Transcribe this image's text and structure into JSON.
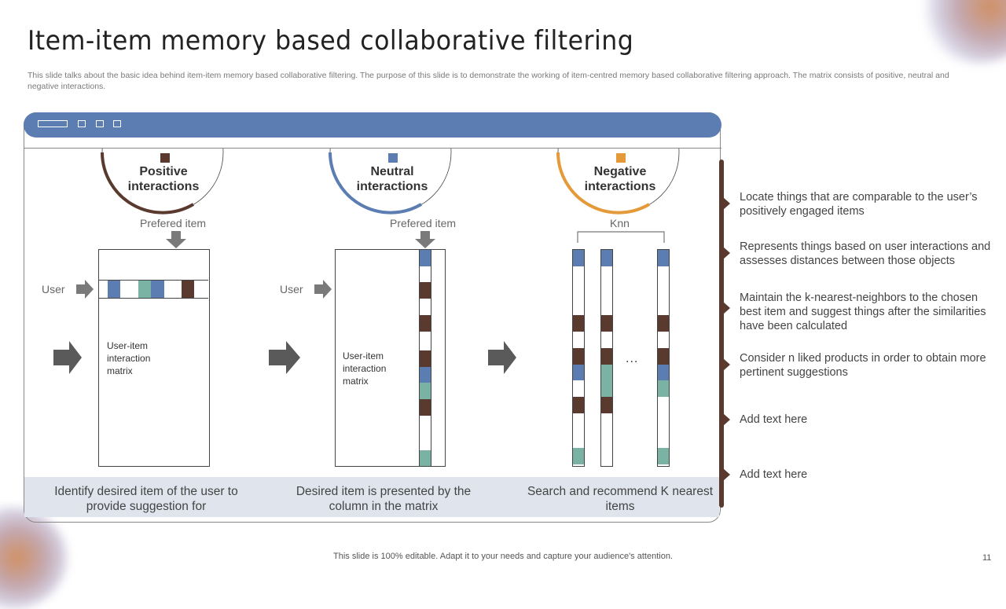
{
  "title": "Item-item memory based collaborative filtering",
  "subtitle": "This slide talks about the basic idea behind item-item memory based collaborative filtering. The purpose of this slide is to demonstrate the working of item-centred memory based collaborative filtering approach. The matrix consists of positive, neutral and negative interactions.",
  "colors": {
    "header_blue": "#5b7db1",
    "positive_brown": "#5a3a2e",
    "neutral_blue": "#5b7db1",
    "negative_orange": "#e59a3a",
    "teal": "#7ab3a4",
    "band_bg": "#dfe4ed",
    "arrow_gray": "#7a7a7a",
    "big_arrow_gray": "#5a5a5a"
  },
  "interactions": [
    {
      "label": "Positive interactions",
      "line1": "Positive",
      "line2": "interactions",
      "color": "#5a3a2e"
    },
    {
      "label": "Neutral interactions",
      "line1": "Neutral",
      "line2": "interactions",
      "color": "#5b7db1"
    },
    {
      "label": "Negative interactions",
      "line1": "Negative",
      "line2": "interactions",
      "color": "#e59a3a"
    }
  ],
  "steps": [
    {
      "top_label": "Prefered item",
      "user_label": "User",
      "matrix_label_lines": [
        "User-item",
        "interaction",
        "matrix"
      ],
      "caption": "Identify  desired item of the user to provide suggestion for",
      "user_row": [
        "w",
        "b",
        "w",
        "t",
        "b",
        "w",
        "r",
        "w"
      ]
    },
    {
      "top_label": "Prefered item",
      "user_label": "User",
      "matrix_label_lines": [
        "User-item",
        "interaction",
        "matrix"
      ],
      "caption": "Desired item is presented by the column  in the matrix",
      "item_column": [
        "b",
        "w",
        "r",
        "w",
        "r",
        "w",
        "r",
        "b",
        "t",
        "r",
        "w",
        "w",
        "t"
      ]
    },
    {
      "top_label": "Knn",
      "ellipsis": "...",
      "caption": "Search and recommend K nearest items",
      "knn_columns": [
        [
          "b",
          "w",
          "w",
          "r",
          "w",
          "r",
          "b",
          "w",
          "r",
          "w",
          "w",
          "t"
        ],
        [
          "b",
          "w",
          "w",
          "r",
          "w",
          "r",
          "t",
          "t",
          "r",
          "w",
          "w",
          "w"
        ],
        [
          "b",
          "w",
          "w",
          "r",
          "w",
          "r",
          "b",
          "t",
          "w",
          "w",
          "w",
          "t"
        ]
      ]
    }
  ],
  "bullets": [
    "Locate things that are comparable to the user’s positively engaged  items",
    "Represents things based on user interactions and assesses distances between those objects",
    "Maintain  the k-nearest-neighbors to the chosen best item and  suggest things after the similarities have been  calculated",
    "Consider n liked products in order to obtain more pertinent  suggestions",
    "Add text here",
    "Add text here"
  ],
  "footer": "This slide is 100% editable. Adapt it to your needs and capture your audience's attention.",
  "page_number": "11"
}
